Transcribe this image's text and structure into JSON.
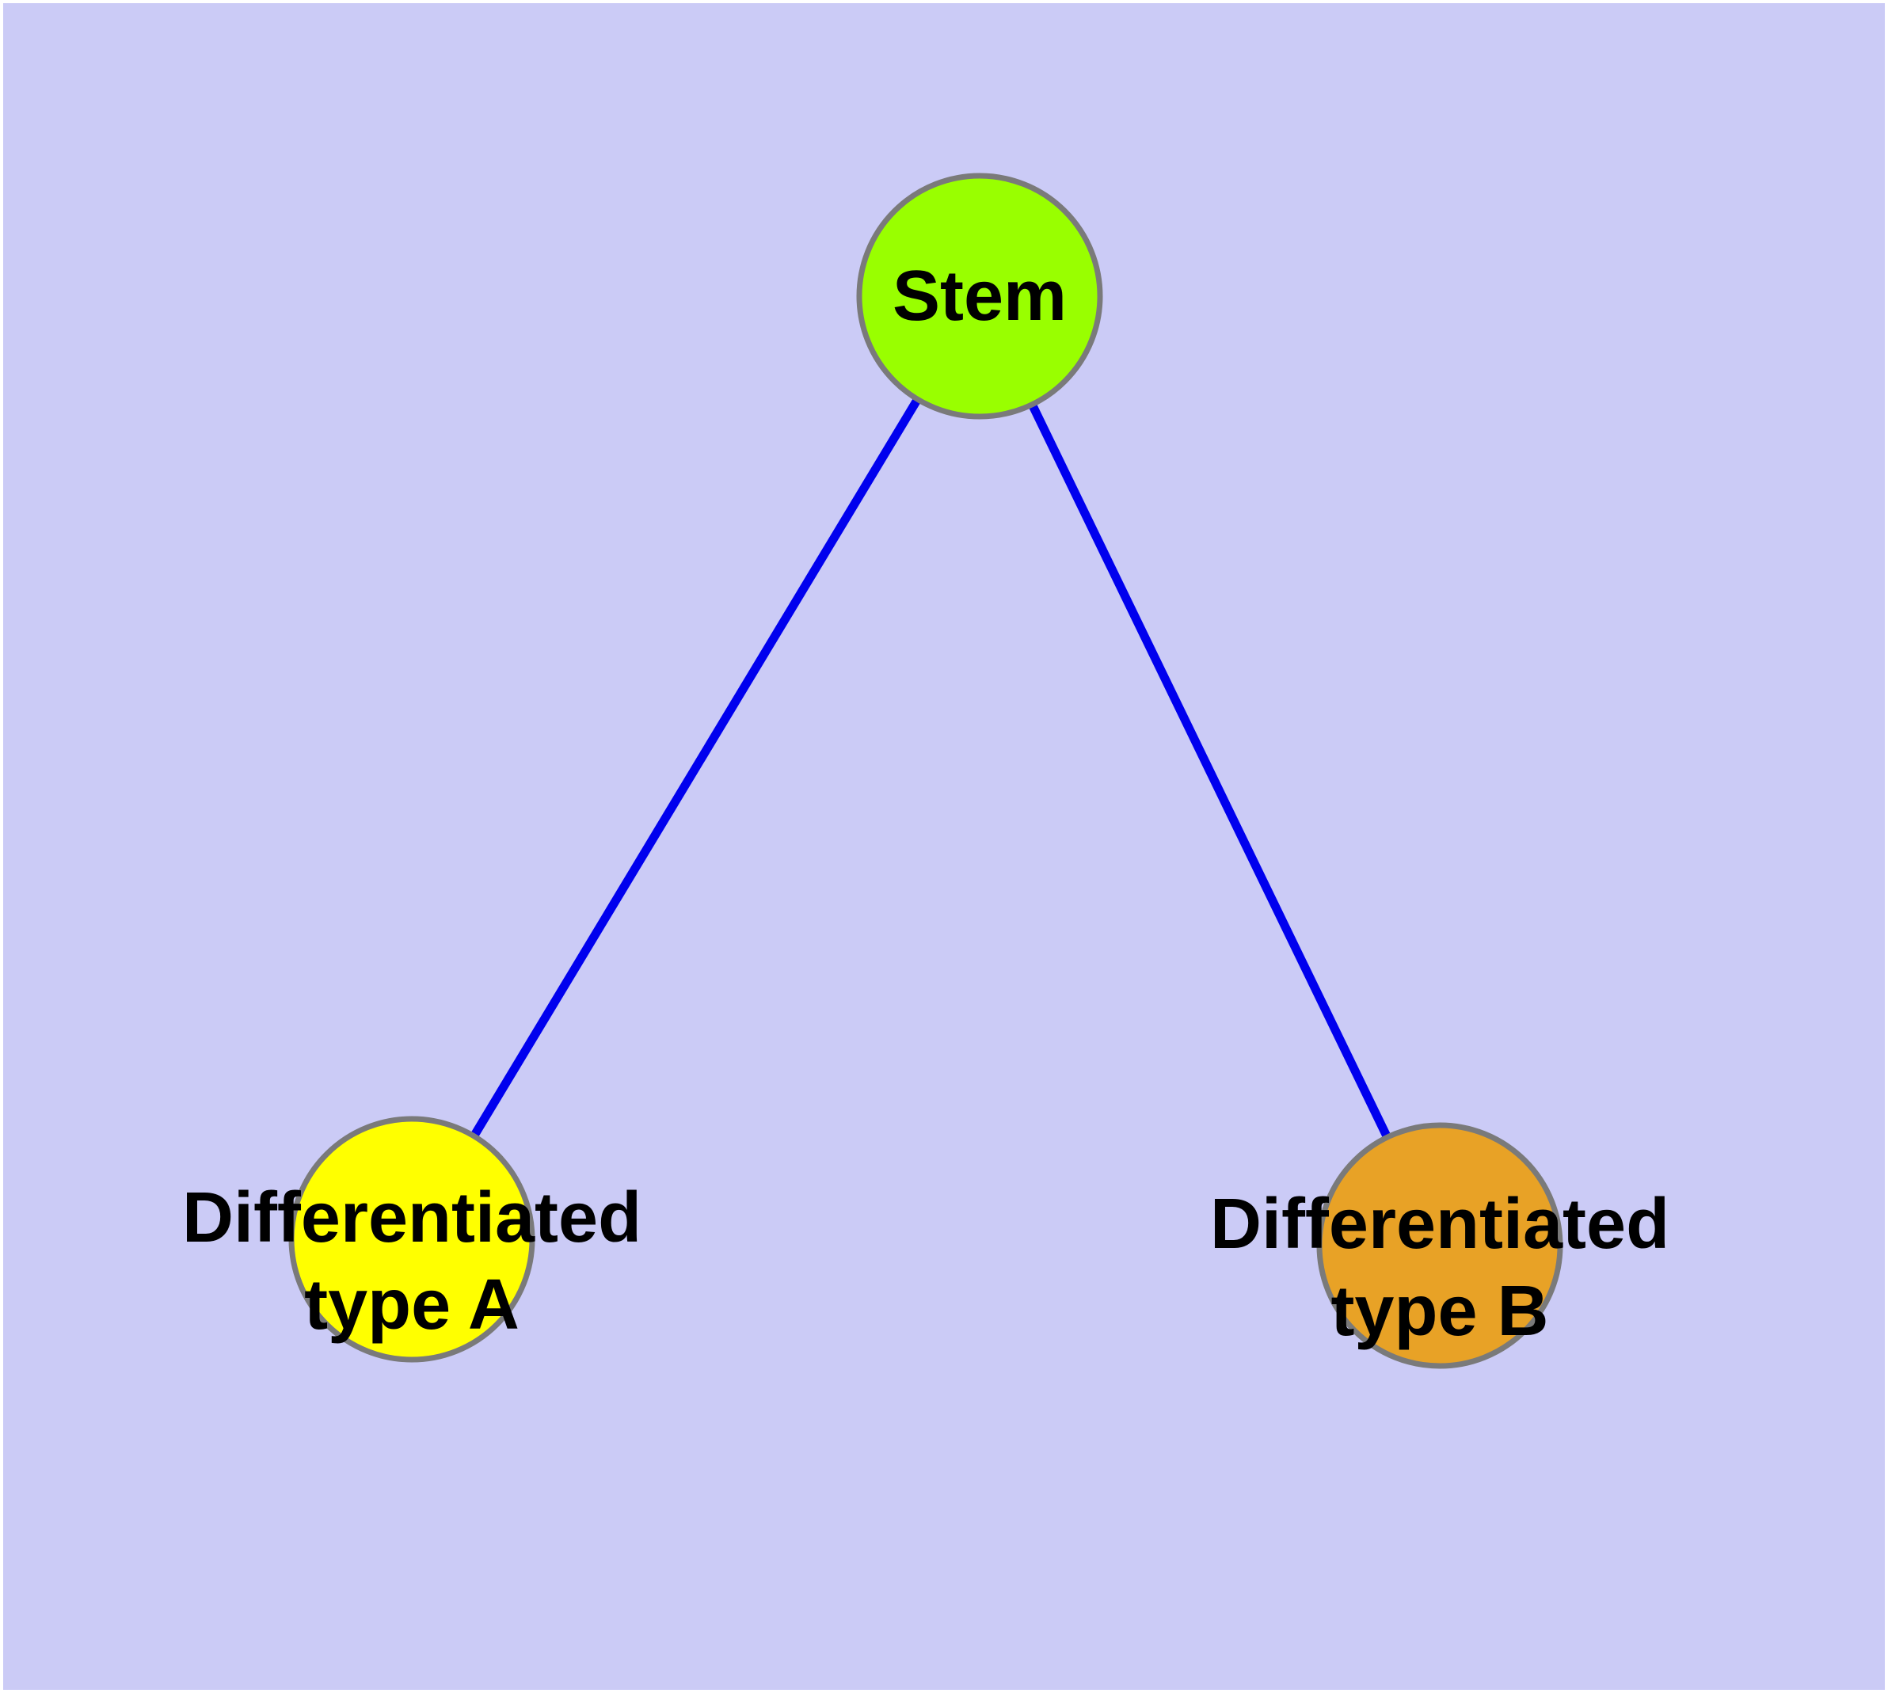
{
  "diagram": {
    "title": "",
    "canvas_color": "#cbcbf6",
    "page_border_color": "#ffffff",
    "edge_color": "#0000ee",
    "node_border_color": "#7a7a7a",
    "label_color": "#000000",
    "nodes": {
      "stem": {
        "label": "Stem",
        "color": "#99ff00"
      },
      "type_a": {
        "label_line1": "Differentiated",
        "label_line2": "type A",
        "label_full": "Differentiated type A",
        "color": "#ffff00"
      },
      "type_b": {
        "label_line1": "Differentiated",
        "label_line2": "type B",
        "label_full": "Differentiated type B",
        "color": "#e8a226"
      }
    },
    "edges": [
      {
        "from": "Stem",
        "to": "Differentiated type A"
      },
      {
        "from": "Stem",
        "to": "Differentiated type B"
      }
    ]
  }
}
